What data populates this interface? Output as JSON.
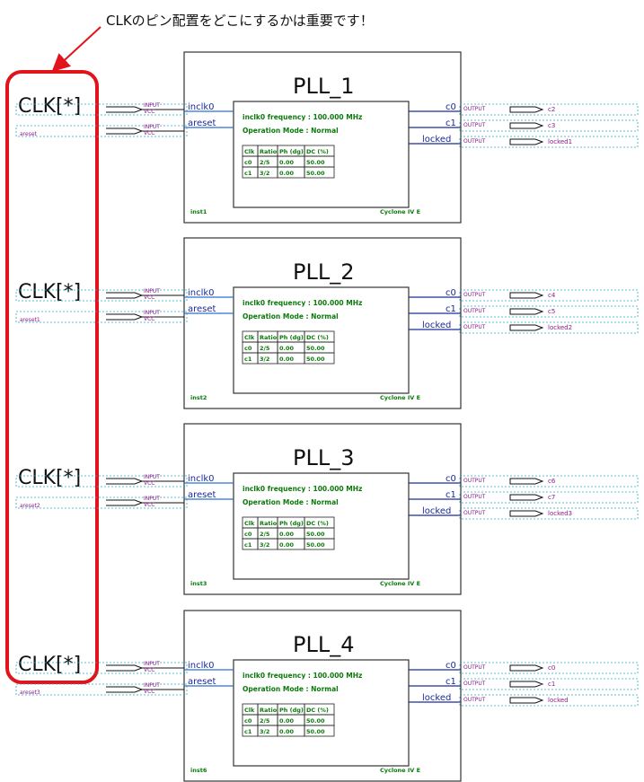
{
  "annotation": "CLKのピン配置をどこにするかは重要です！",
  "clk_label": "CLK[*]",
  "colors": {
    "highlight": "#e0141a",
    "wire": "#1a2a9a",
    "port_in": "#2a6fd6",
    "green_text": "#0a7a0a",
    "purple_text": "#8a1a8a"
  },
  "pll_blocks": [
    {
      "title": "PLL_1",
      "inst": "inst1",
      "input_ports": [
        "inclk0",
        "areset"
      ],
      "output_ports": [
        "c0",
        "c1",
        "locked"
      ],
      "input_pin_labels": [
        "INPUT",
        "VCC",
        "INPUT",
        "VCC"
      ],
      "input_wire_name": "areset",
      "output_pin_label": "OUTPUT",
      "output_names": [
        "c2",
        "c3",
        "locked1"
      ],
      "freq": "inclk0 frequency : 100.000 MHz",
      "mode": "Operation Mode : Normal",
      "table_header": [
        "Clk",
        "Ratio",
        "Ph (dg)",
        "DC (%)"
      ],
      "table_rows": [
        [
          "c0",
          "2/5",
          "0.00",
          "50.00"
        ],
        [
          "c1",
          "3/2",
          "0.00",
          "50.00"
        ]
      ],
      "device": "Cyclone IV E"
    },
    {
      "title": "PLL_2",
      "inst": "inst2",
      "input_ports": [
        "inclk0",
        "areset"
      ],
      "output_ports": [
        "c0",
        "c1",
        "locked"
      ],
      "input_pin_labels": [
        "INPUT",
        "VCC",
        "INPUT",
        "VCC"
      ],
      "input_wire_name": "areset1",
      "output_pin_label": "OUTPUT",
      "output_names": [
        "c4",
        "c5",
        "locked2"
      ],
      "freq": "inclk0 frequency : 100.000 MHz",
      "mode": "Operation Mode : Normal",
      "table_header": [
        "Clk",
        "Ratio",
        "Ph (dg)",
        "DC (%)"
      ],
      "table_rows": [
        [
          "c0",
          "2/5",
          "0.00",
          "50.00"
        ],
        [
          "c1",
          "3/2",
          "0.00",
          "50.00"
        ]
      ],
      "device": "Cyclone IV E"
    },
    {
      "title": "PLL_3",
      "inst": "inst3",
      "input_ports": [
        "inclk0",
        "areset"
      ],
      "output_ports": [
        "c0",
        "c1",
        "locked"
      ],
      "input_pin_labels": [
        "INPUT",
        "VCC",
        "INPUT",
        "VCC"
      ],
      "input_wire_name": "areset2",
      "output_pin_label": "OUTPUT",
      "output_names": [
        "c6",
        "c7",
        "locked3"
      ],
      "freq": "inclk0 frequency : 100.000 MHz",
      "mode": "Operation Mode : Normal",
      "table_header": [
        "Clk",
        "Ratio",
        "Ph (dg)",
        "DC (%)"
      ],
      "table_rows": [
        [
          "c0",
          "2/5",
          "0.00",
          "50.00"
        ],
        [
          "c1",
          "3/2",
          "0.00",
          "50.00"
        ]
      ],
      "device": "Cyclone IV E"
    },
    {
      "title": "PLL_4",
      "inst": "inst6",
      "input_ports": [
        "inclk0",
        "areset"
      ],
      "output_ports": [
        "c0",
        "c1",
        "locked"
      ],
      "input_pin_labels": [
        "INPUT",
        "VCC",
        "INPUT",
        "VCC"
      ],
      "input_wire_name": "areset3",
      "output_pin_label": "OUTPUT",
      "output_names": [
        "c0",
        "c1",
        "locked"
      ],
      "freq": "inclk0 frequency : 100.000 MHz",
      "mode": "Operation Mode : Normal",
      "table_header": [
        "Clk",
        "Ratio",
        "Ph (dg)",
        "DC (%)"
      ],
      "table_rows": [
        [
          "c0",
          "2/5",
          "0.00",
          "50.00"
        ],
        [
          "c1",
          "3/2",
          "0.00",
          "50.00"
        ]
      ],
      "device": "Cyclone IV E"
    }
  ]
}
